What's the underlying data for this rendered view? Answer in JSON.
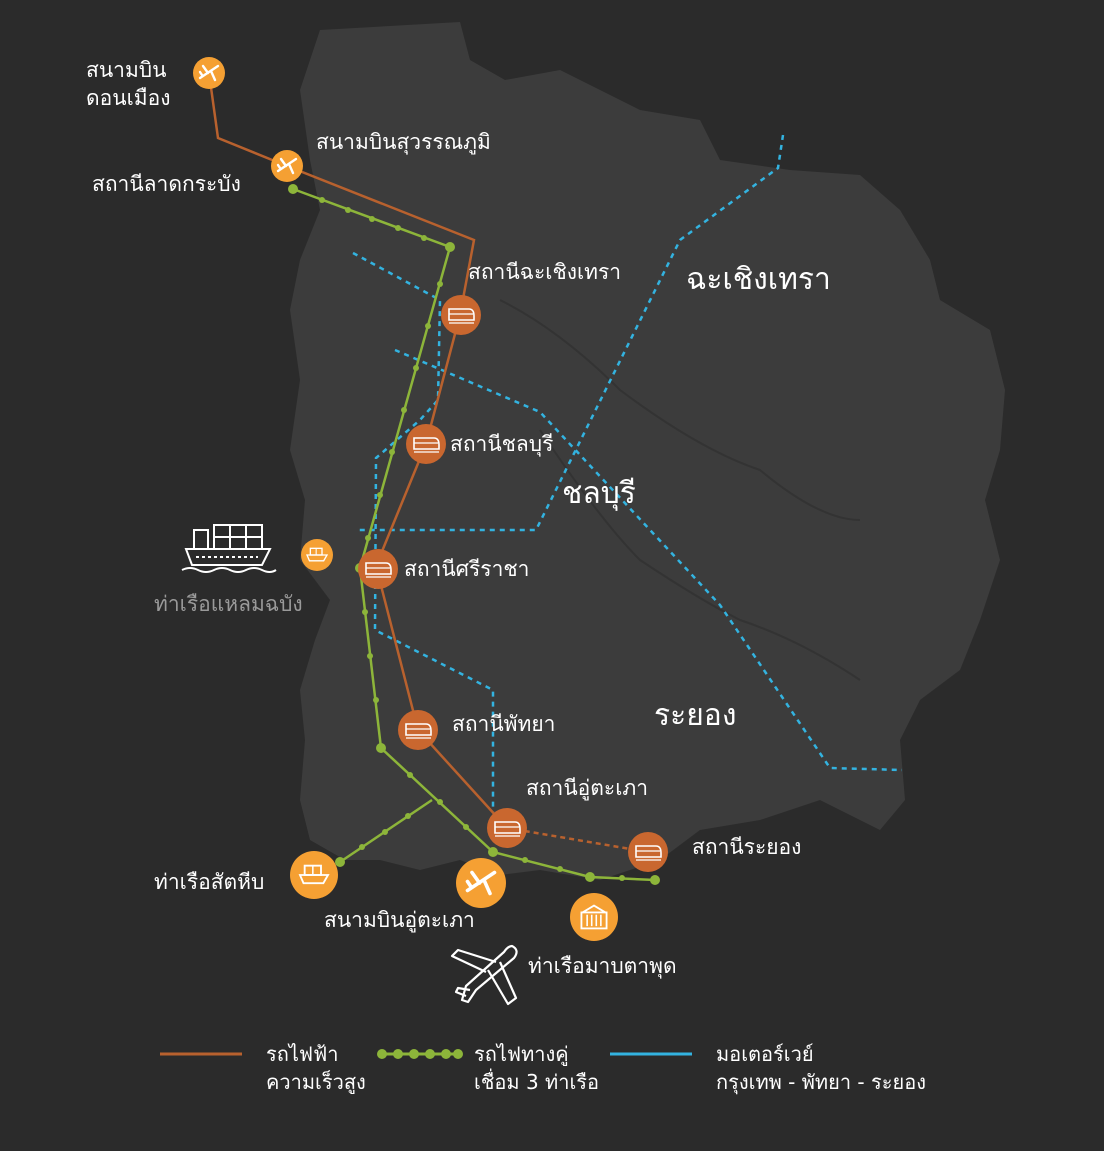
{
  "colors": {
    "background": "#2b2b2b",
    "land": "#3c3c3c",
    "high_speed_rail": "#b8612e",
    "double_track_rail": "#8db53a",
    "motorway": "#33b3e0",
    "airport_marker": "#f5a033",
    "station_marker": "#c9672f"
  },
  "regions": {
    "chachoengsao": "ฉะเชิงเทรา",
    "chonburi": "ชลบุรี",
    "rayong": "ระยอง"
  },
  "places": {
    "don_mueang": "สนามบิน\nดอนเมือง",
    "suvarnabhumi": "สนามบินสุวรรณภูมิ",
    "lat_krabang": "สถานีลาดกระบัง",
    "chachoengsao_station": "สถานีฉะเชิงเทรา",
    "chonburi_station": "สถานีชลบุรี",
    "sriracha_station": "สถานีศรีราชา",
    "laem_chabang_port": "ท่าเรือแหลมฉบัง",
    "pattaya_station": "สถานีพัทยา",
    "utapao_station": "สถานีอู่ตะเภา",
    "rayong_station": "สถานีระยอง",
    "sattahip_port": "ท่าเรือสัตหีบ",
    "utapao_airport": "สนามบินอู่ตะเภา",
    "map_ta_phut_port": "ท่าเรือมาบตาพุด"
  },
  "icons": {
    "airport": "airplane-icon",
    "station": "train-icon",
    "port": "cargo-ship-icon",
    "container": "container-icon"
  },
  "legend": {
    "high_speed": "รถไฟฟ้า\nความเร็วสูง",
    "double_track": "รถไฟทางคู่\nเชื่อม 3 ท่าเรือ",
    "motorway": "มอเตอร์เวย์\nกรุงเทพ - พัทยา - ระยอง"
  }
}
